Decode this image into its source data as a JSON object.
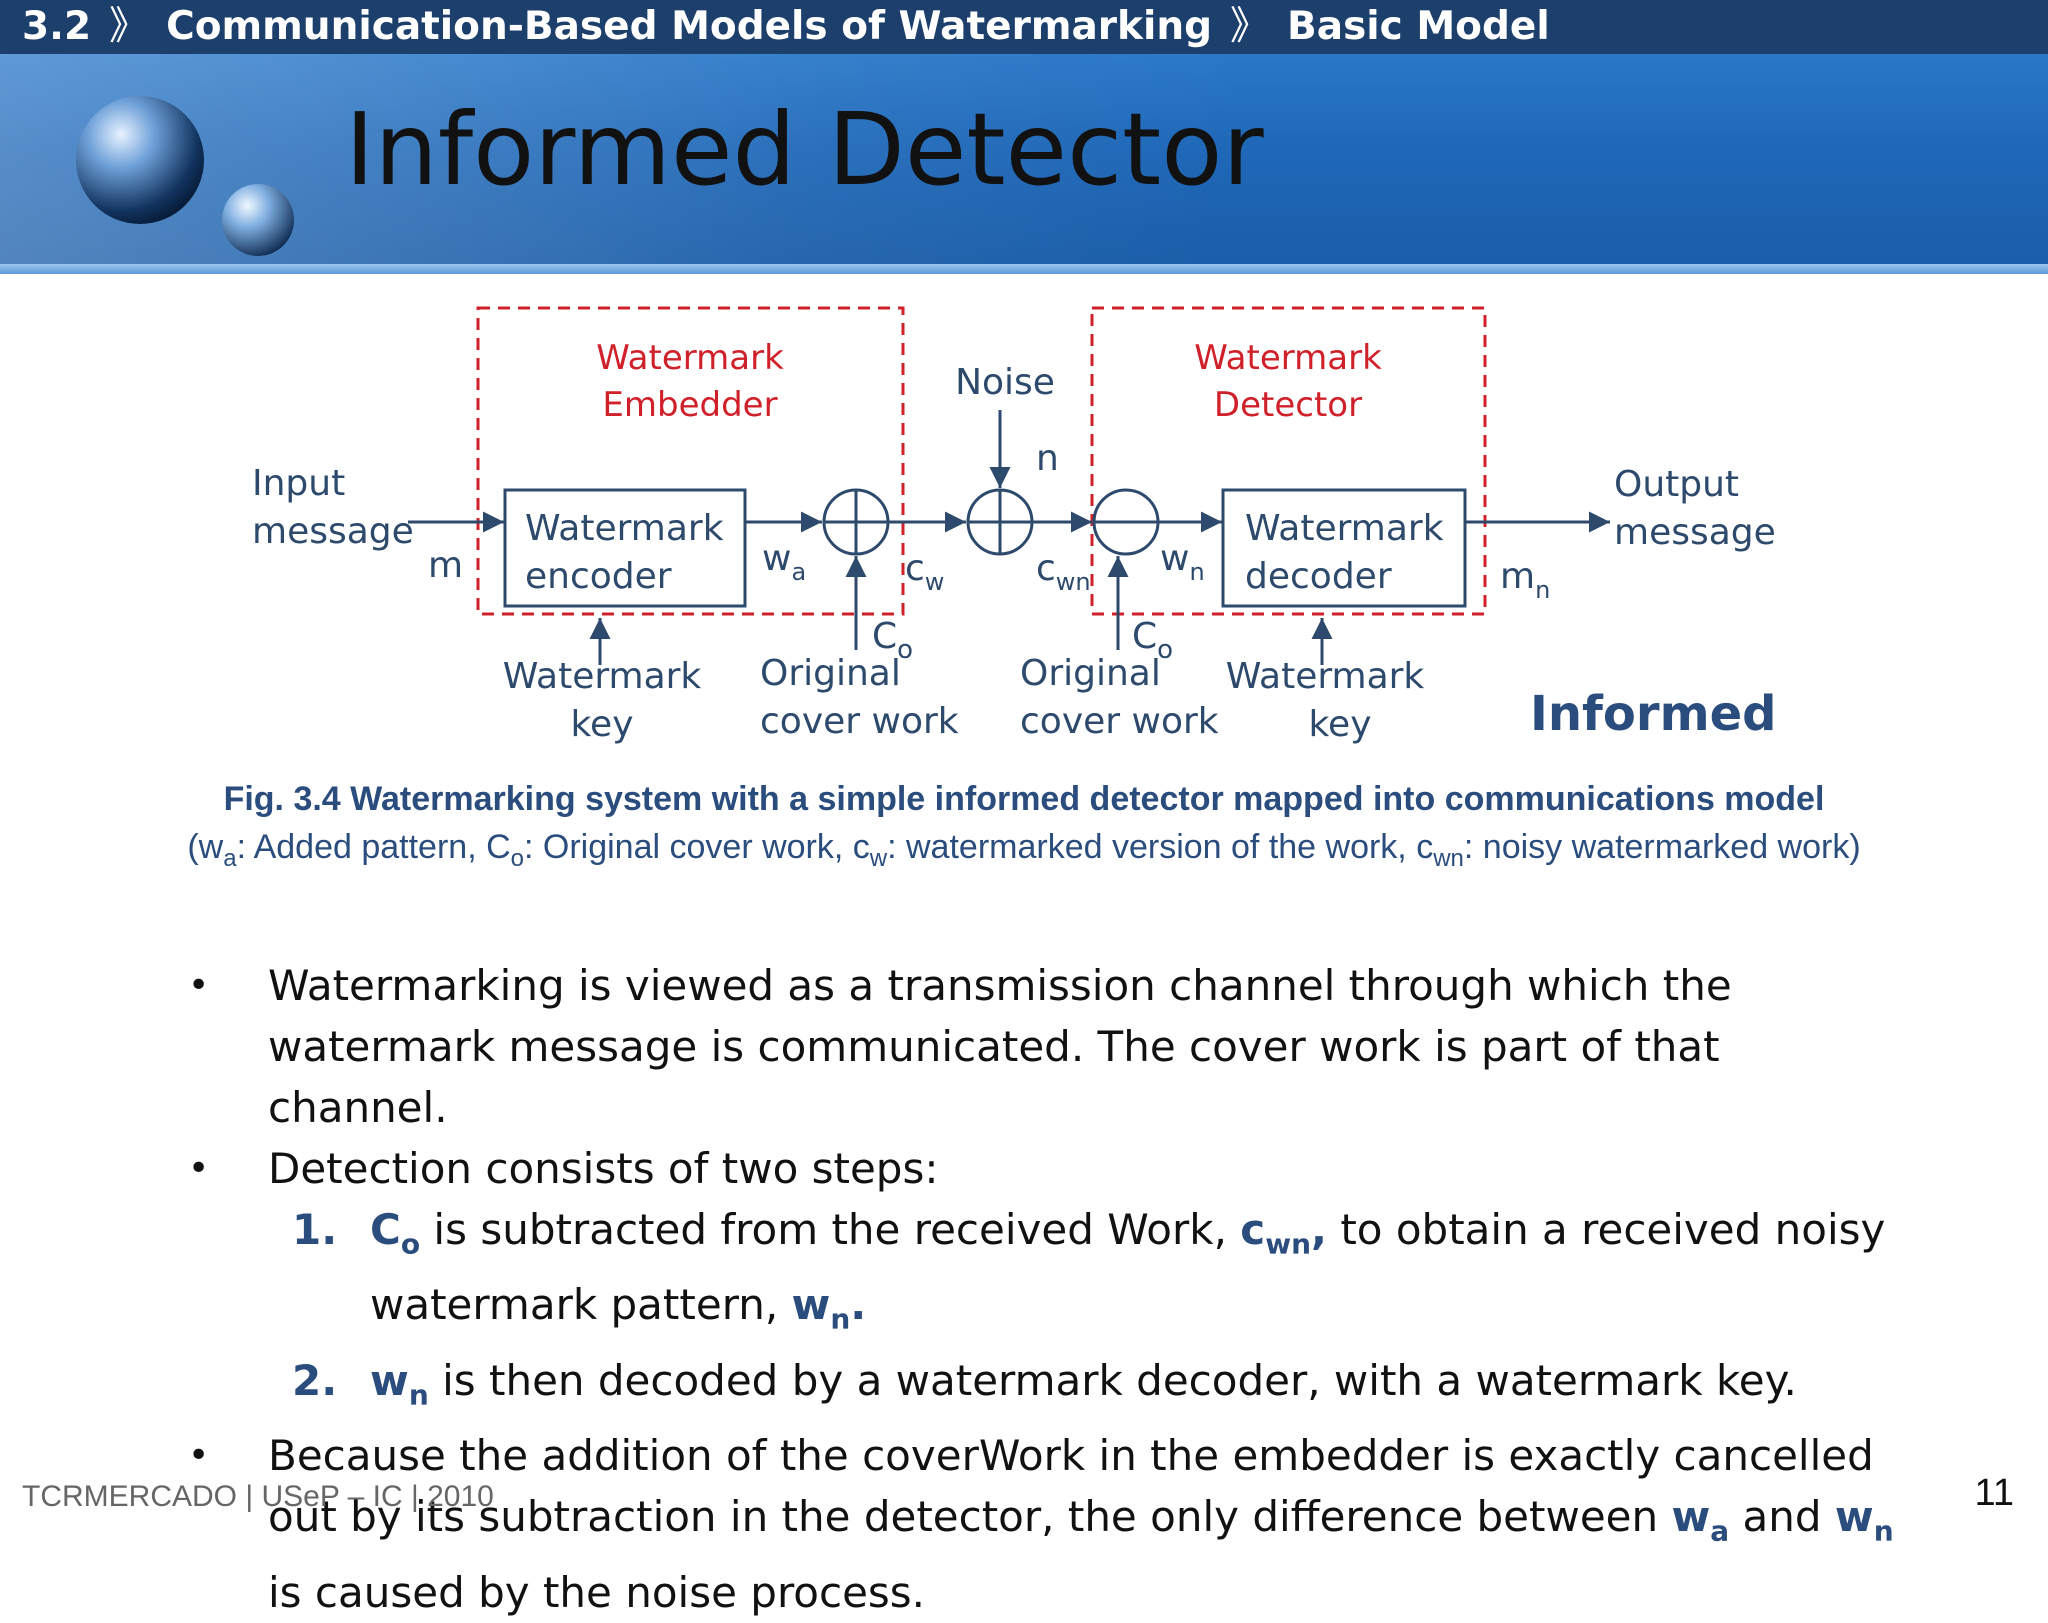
{
  "breadcrumb": {
    "section": "3.2",
    "separator": "》",
    "chapter": "Communication-Based Models of Watermarking",
    "topic": "Basic Model"
  },
  "title": "Informed Detector",
  "diagram": {
    "embedder_label_1": "Watermark",
    "embedder_label_2": "Embedder",
    "detector_label_1": "Watermark",
    "detector_label_2": "Detector",
    "noise": "Noise",
    "noise_symbol": "n",
    "input_1": "Input",
    "input_2": "message",
    "m": "m",
    "encoder_1": "Watermark",
    "encoder_2": "encoder",
    "wa_base": "w",
    "wa_sub": "a",
    "cw_base": "c",
    "cw_sub": "w",
    "cwn_base": "c",
    "cwn_sub": "wn",
    "wn_base": "w",
    "wn_sub": "n",
    "decoder_1": "Watermark",
    "decoder_2": "decoder",
    "output_1": "Output",
    "output_2": "message",
    "mn_base": "m",
    "mn_sub": "n",
    "co_base": "C",
    "co_sub": "o",
    "key_1": "Watermark",
    "key_2": "key",
    "orig_1": "Original",
    "orig_2": "cover work",
    "informed": "Informed",
    "colors": {
      "dashed_box": "#d0202a",
      "diagram_text": "#2d4a6c",
      "informed": "#2a4d7e"
    }
  },
  "caption": {
    "line1": "Fig. 3.4 Watermarking system with a simple informed detector mapped into communications model",
    "p_open": "(w",
    "p_a": "a",
    "p_t1": ": Added pattern, C",
    "p_o": "o",
    "p_t2": ": Original cover work, c",
    "p_w": "w",
    "p_t3": ": watermarked version of the work, c",
    "p_wn": "wn",
    "p_t4": ": noisy watermarked work)"
  },
  "bullets": {
    "b1": "Watermarking is viewed as a transmission channel through which the watermark message is communicated. The cover work is part of that channel.",
    "b2": "Detection consists of two steps:",
    "s1_num": "1.",
    "s1_co": "C",
    "s1_co_sub": "o",
    "s1_t1": " is subtracted from the received Work, ",
    "s1_cwn": "c",
    "s1_cwn_sub": "wn",
    "s1_comma": ",",
    "s1_t2": " to obtain a received noisy watermark pattern, ",
    "s1_wn": "w",
    "s1_wn_sub": "n",
    "s1_end": ".",
    "s2_num": "2.",
    "s2_wn": "w",
    "s2_wn_sub": "n",
    "s2_t1": " is then decoded by a watermark decoder, with a watermark key.",
    "b3_t1": "Because the addition of the coverWork in the embedder is exactly cancelled out by its subtraction in the detector, the only difference between ",
    "b3_wa": "w",
    "b3_wa_sub": "a",
    "b3_and": " and ",
    "b3_wn": "w",
    "b3_wn_sub": "n",
    "b3_t2": " is caused by the noise process.",
    "dot": "•"
  },
  "footer": {
    "left": "TCRMERCADO | USeP – IC | 2010",
    "page": "11"
  },
  "colors": {
    "topbar": "#1c3f6c",
    "header": "#1f68b8",
    "accent_text": "#2a4d7e"
  }
}
